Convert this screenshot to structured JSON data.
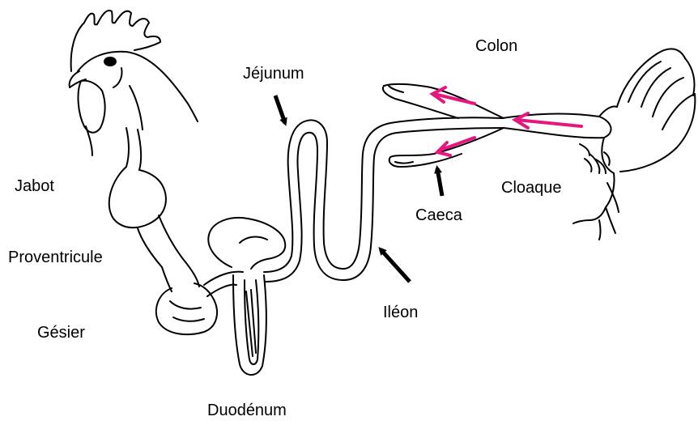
{
  "labels": {
    "jabot": "Jabot",
    "proventricule": "Proventricule",
    "gesier": "Gésier",
    "duodenum": "Duodénum",
    "jejunum": "Jéjunum",
    "ileon": "Iléon",
    "colon": "Colon",
    "caeca": "Caeca",
    "cloaque": "Cloaque"
  },
  "colors": {
    "line": "#000000",
    "flow_arrow": "#e5177e",
    "background": "#ffffff"
  },
  "icons": {
    "label_arrow": "black-arrow",
    "flow_arrow": "magenta-arrow"
  }
}
